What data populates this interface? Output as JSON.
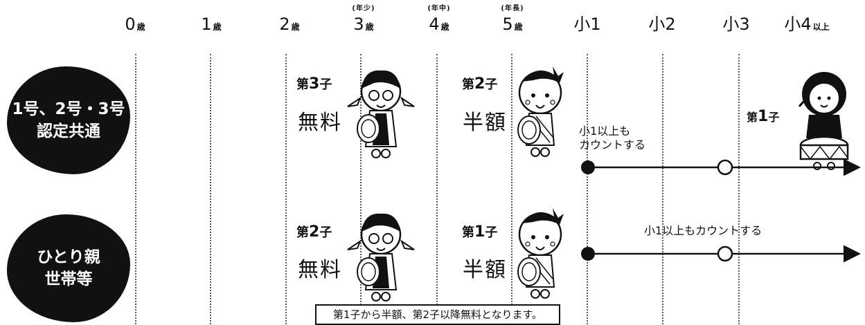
{
  "axis": {
    "columns": [
      {
        "sub": "",
        "main": "0",
        "unit": "歳"
      },
      {
        "sub": "",
        "main": "1",
        "unit": "歳"
      },
      {
        "sub": "",
        "main": "2",
        "unit": "歳"
      },
      {
        "sub": "(年少)",
        "main": "3",
        "unit": "歳"
      },
      {
        "sub": "(年中)",
        "main": "4",
        "unit": "歳"
      },
      {
        "sub": "(年長)",
        "main": "5",
        "unit": "歳"
      },
      {
        "sub": "",
        "main": "小1",
        "unit": ""
      },
      {
        "sub": "",
        "main": "小2",
        "unit": ""
      },
      {
        "sub": "",
        "main": "小3",
        "unit": ""
      },
      {
        "sub": "",
        "main": "小4",
        "unit": "以上"
      }
    ]
  },
  "rows": [
    {
      "category_lines": [
        "1号、2号・3号",
        "認定共通"
      ],
      "child_a_prefix": "第",
      "child_a_num": "3",
      "child_a_suffix": "子",
      "fee_a": "無料",
      "child_b_prefix": "第",
      "child_b_num": "2",
      "child_b_suffix": "子",
      "fee_b": "半額",
      "count_note_lines": [
        "小1以上も",
        "カウントする"
      ],
      "first_child_prefix": "第",
      "first_child_num": "1",
      "first_child_suffix": "子"
    },
    {
      "category_lines": [
        "ひとり親",
        "世帯等"
      ],
      "child_a_prefix": "第",
      "child_a_num": "2",
      "child_a_suffix": "子",
      "fee_a": "無料",
      "child_b_prefix": "第",
      "child_b_num": "1",
      "child_b_suffix": "子",
      "fee_b": "半額",
      "count_note": "小1以上もカウントする"
    }
  ],
  "footnote": "第1子から半額、第2子以降無料となります。",
  "colors": {
    "ink": "#111111",
    "background": "#ffffff"
  }
}
